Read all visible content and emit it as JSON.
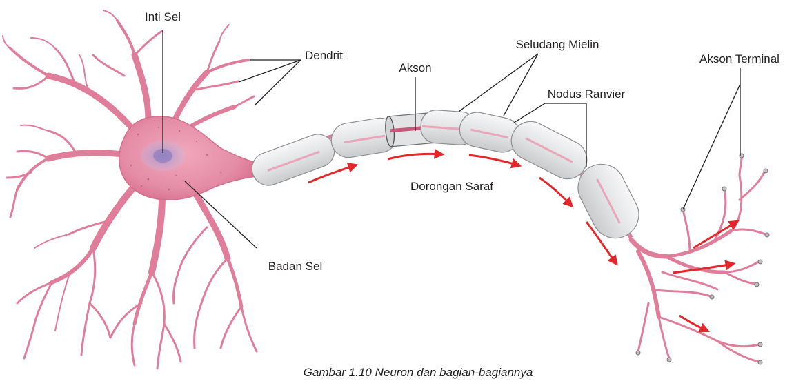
{
  "labels": {
    "nucleus": "Inti Sel",
    "dendrite": "Dendrit",
    "axon": "Akson",
    "myelin_sheath": "Seludang Mielin",
    "node_of_ranvier": "Nodus Ranvier",
    "axon_terminal": "Akson Terminal",
    "nerve_impulse": "Dorongan Saraf",
    "cell_body": "Badan Sel"
  },
  "caption": "Gambar 1.10 Neuron dan bagian-bagiannya",
  "colors": {
    "neuron_pink": "#e58ca6",
    "neuron_dark": "#c65a7c",
    "nucleus": "#a99ad0",
    "myelin": "#ecedee",
    "myelin_edge": "#8d8f91",
    "arrow_red": "#e4262a",
    "text": "#231f20"
  }
}
